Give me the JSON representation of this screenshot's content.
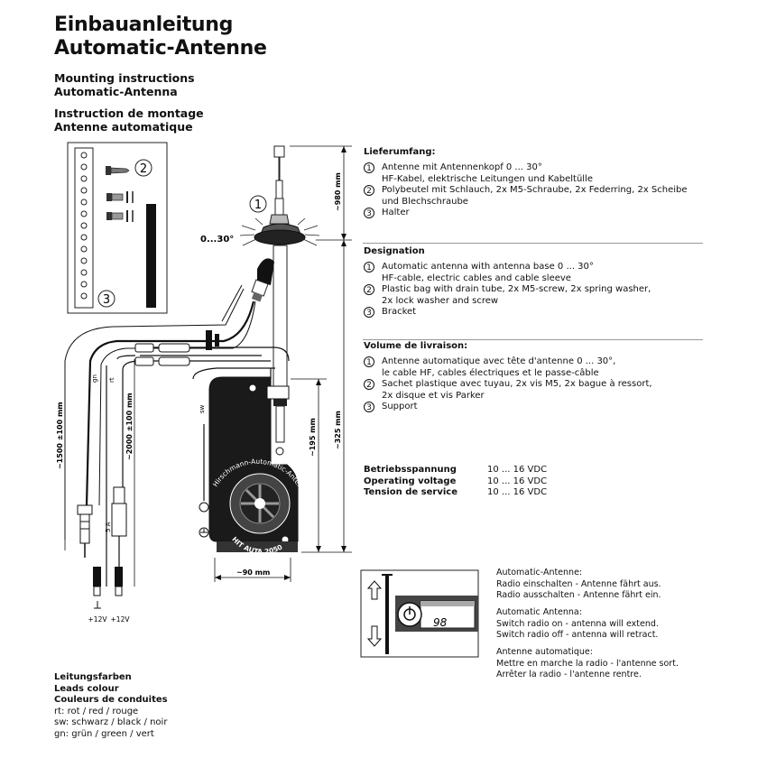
{
  "header": {
    "title_de_1": "Einbauanleitung",
    "title_de_2": "Automatic-Antenne",
    "title_en_1": "Mounting instructions",
    "title_en_2": "Automatic-Antenna",
    "title_fr_1": "Instruction de montage",
    "title_fr_2": "Antenne automatique"
  },
  "scope_de": {
    "title": "Lieferumfang:",
    "items": [
      {
        "num": "1",
        "l1": "Antenne mit Antennenkopf 0 ... 30°",
        "l2": "HF-Kabel, elektrische Leitungen und Kabeltülle"
      },
      {
        "num": "2",
        "l1": "Polybeutel mit Schlauch, 2x M5-Schraube, 2x Federring, 2x Scheibe",
        "l2": "und Blechschraube"
      },
      {
        "num": "3",
        "l1": "Halter",
        "l2": ""
      }
    ]
  },
  "scope_en": {
    "title": "Designation",
    "items": [
      {
        "num": "1",
        "l1": "Automatic antenna with antenna base 0 ... 30°",
        "l2": "HF-cable, electric cables and cable sleeve"
      },
      {
        "num": "2",
        "l1": "Plastic bag with drain tube, 2x M5-screw, 2x spring washer,",
        "l2": "2x lock washer and screw"
      },
      {
        "num": "3",
        "l1": "Bracket",
        "l2": ""
      }
    ]
  },
  "scope_fr": {
    "title": "Volume de livraison:",
    "items": [
      {
        "num": "1",
        "l1": "Antenne automatique avec tête d'antenne 0 ... 30°,",
        "l2": "le cable HF, cables électriques et le passe-câble"
      },
      {
        "num": "2",
        "l1": "Sachet plastique avec tuyau, 2x vis M5, 2x bague à ressort,",
        "l2": "2x disque et vis Parker"
      },
      {
        "num": "3",
        "l1": "Support",
        "l2": ""
      }
    ]
  },
  "specs": {
    "rows": [
      {
        "label": "Betriebsspannung",
        "value": "10 ... 16 VDC"
      },
      {
        "label": "Operating voltage",
        "value": "10 ... 16 VDC"
      },
      {
        "label": "Tension de service",
        "value": "10 ... 16 VDC"
      }
    ]
  },
  "diagram": {
    "angle_label": "0...30°",
    "dim_980": "~980 mm",
    "dim_195": "~195 mm",
    "dim_325": "~325 mm",
    "dim_90": "~90 mm",
    "dim_1500": "~1500 ±100 mm",
    "dim_2000": "~2000 ±100 mm",
    "wire_gn": "gn",
    "wire_rt": "rt",
    "wire_sw": "sw",
    "fuse": "5 A",
    "v12_a": "+12V",
    "v12_b": "+12V",
    "motor_brand": "Hirschmann-Automatic-Antenne",
    "motor_model": "HIT AUTA 2050",
    "callout_1": "1",
    "callout_2": "2",
    "callout_3": "3",
    "display_text": "98"
  },
  "operation": {
    "de": {
      "title": "Automatic-Antenne:",
      "l1": "Radio einschalten - Antenne fährt aus.",
      "l2": "Radio ausschalten - Antenne fährt ein."
    },
    "en": {
      "title": "Automatic Antenna:",
      "l1": "Switch radio on - antenna will extend.",
      "l2": "Switch radio off - antenna will retract."
    },
    "fr": {
      "title": "Antenne automatique:",
      "l1": "Mettre en marche la radio - l'antenne sort.",
      "l2": "Arrêter la radio - l'antenne rentre."
    }
  },
  "legend": {
    "t1": "Leitungsfarben",
    "t2": "Leads colour",
    "t3": "Couleurs de conduites",
    "rt": "rt: rot / red / rouge",
    "sw": "sw: schwarz / black / noir",
    "gn": "gn: grün / green / vert"
  }
}
